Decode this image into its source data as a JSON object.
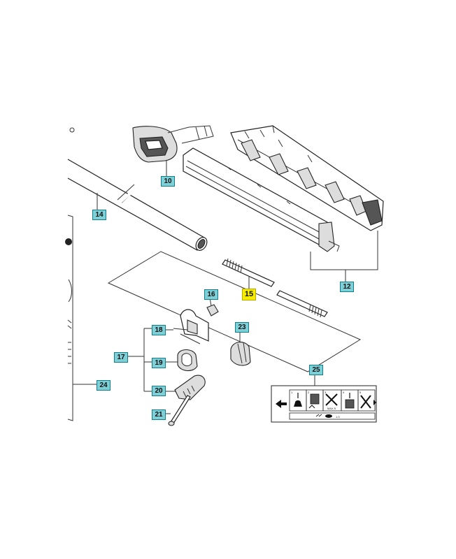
{
  "callouts": {
    "c10": "10",
    "c12": "12",
    "c14": "14",
    "c15": "15",
    "c16": "16",
    "c17": "17",
    "c18": "18",
    "c19": "19",
    "c20": "20",
    "c21": "21",
    "c23": "23",
    "c24": "24",
    "c25": "25"
  },
  "decal": {
    "max_label": "MAX 5",
    "ratio_label": "1:3",
    "numbers": [
      "1",
      "2",
      "3",
      "4",
      "5"
    ]
  },
  "colors": {
    "callout_bg": "#7fcfd7",
    "callout_border": "#0e7f8c",
    "highlight_bg": "#f5ec00"
  }
}
